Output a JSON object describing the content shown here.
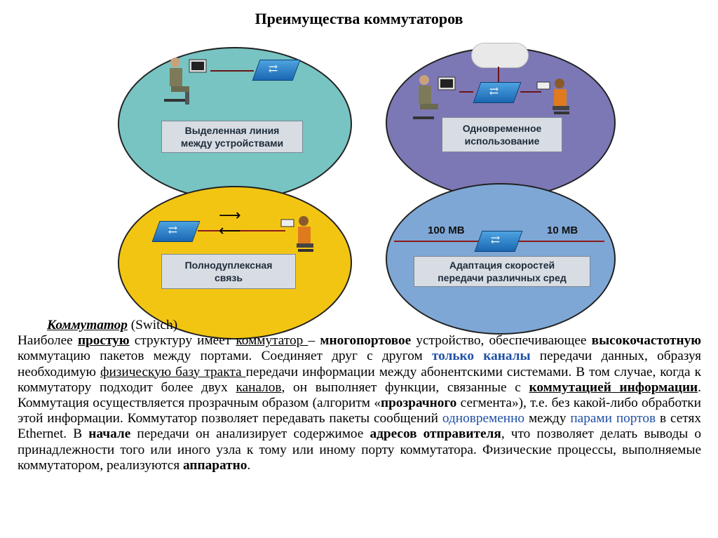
{
  "title": "Преимущества коммутаторов",
  "figure": {
    "captions": {
      "dedicated_1": "Выделенная линия",
      "dedicated_2": "между устройствами",
      "simultaneous_1": "Одновременное",
      "simultaneous_2": "использование",
      "duplex_1": "Полнодуплексная",
      "duplex_2": "связь",
      "adapt_1": "Адаптация скоростей",
      "adapt_2": "передачи различных сред"
    },
    "speed_left": "100 MB",
    "speed_right": "10 MB"
  },
  "text": {
    "heading_term": "Коммутатор",
    "heading_rest": " (Switch)",
    "p1": "Наиболее ",
    "p2": "простую",
    "p3": " структуру имеет ",
    "p4": "коммутатор ",
    "p5": "– ",
    "p6": "многопортовое",
    "p7": " устройство, обеспечивающее ",
    "p8": "высокочастотную",
    "p9": " коммутацию пакетов между портами. Соединяет друг с другом ",
    "p10": "только каналы",
    "p11": " передачи данных, образуя необходимую ",
    "p12": "физическую базу тракта ",
    "p13": "передачи информации между абонентскими системами. В том случае, когда к коммутатору подходит более двух ",
    "p14": "каналов",
    "p15": ", он выполняет функции, связанные с ",
    "p16": "коммутацией информации",
    "p17": ". Коммутация осуществляется прозрачным образом (алгоритм «",
    "p18": "прозрачного",
    "p19": " сегмента»), т.е. без какой-либо обработки этой информации. Коммутатор позволяет передавать пакеты сообщений ",
    "p20": "одновременно",
    "p21": " между ",
    "p22": "парами портов",
    "p23": " в сетях Ethernet. В ",
    "p24": "начале",
    "p25": " передачи он анализирует содержимое ",
    "p26": "адресов отправителя",
    "p27": ", что позволяет делать выводы о принадлежности того или иного узла к тому или иному порту коммутатора.  Физические процессы, выполняемые коммутатором, реализуются ",
    "p28": "аппаратно",
    "p29": "."
  }
}
